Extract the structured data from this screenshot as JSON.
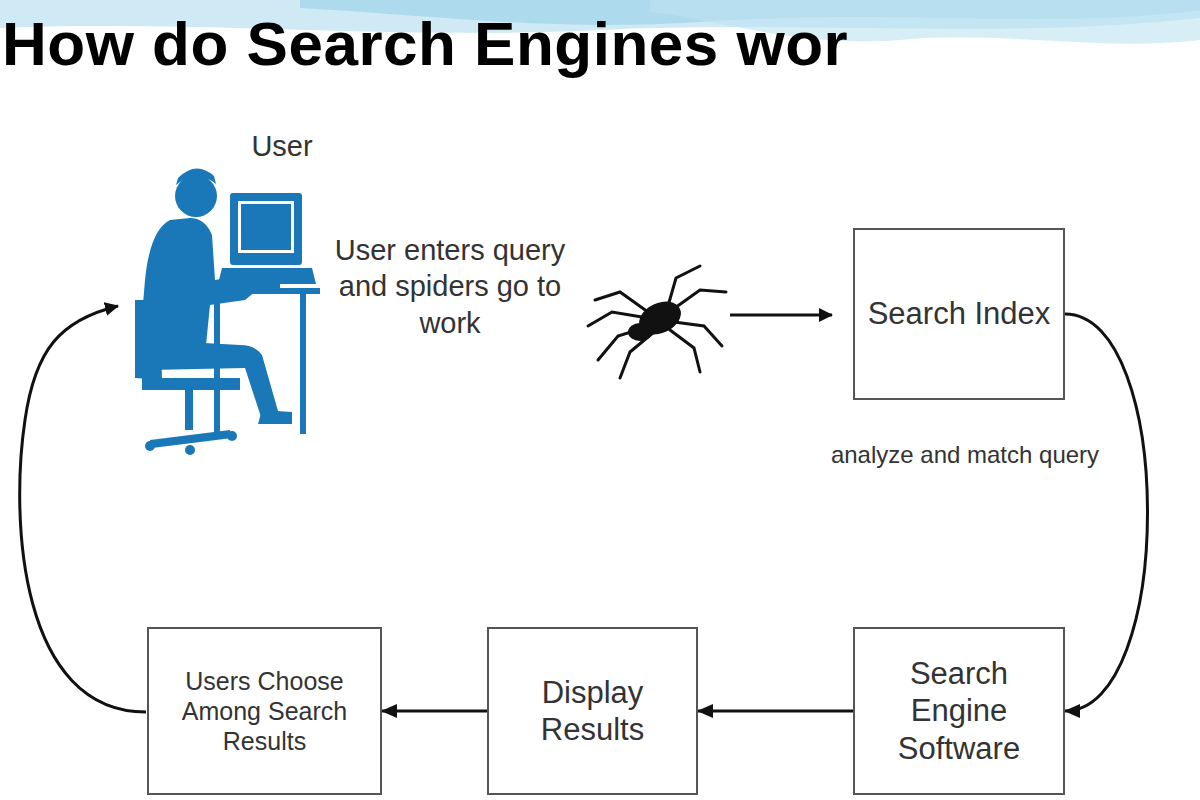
{
  "diagram": {
    "title": "How do Search Engines wor",
    "nodes": [
      {
        "text": [
          "Search Index"
        ]
      },
      {
        "text": [
          "Search Engine Software"
        ]
      },
      {
        "text": [
          "Display Results"
        ]
      },
      {
        "text": [
          "Users Choose Among Search Results"
        ]
      }
    ],
    "edges": [
      {
        "from": 0,
        "to": 1,
        "arrow": "to"
      },
      {
        "from": 1,
        "to": 2,
        "arrow": "to"
      },
      {
        "from": 2,
        "to": 3,
        "arrow": "to"
      }
    ],
    "labels": [
      "User",
      "User enters query and spiders go to work",
      "analyze and match query"
    ]
  }
}
